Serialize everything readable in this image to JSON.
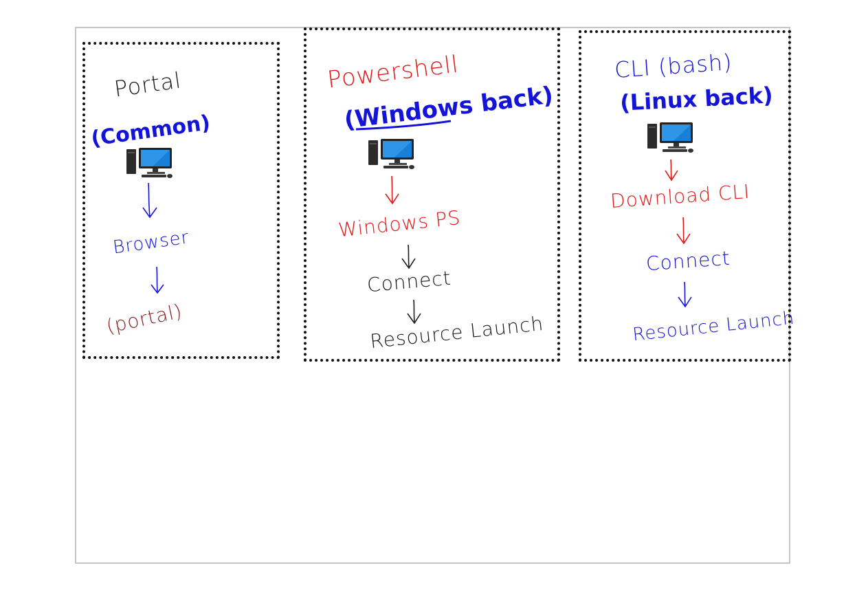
{
  "colors": {
    "ink_black": "#1a1a1a",
    "ink_blue": "#1414d8",
    "ink_red": "#e31414",
    "ink_darkred": "#8b1a1a",
    "frame_gray": "#c6c6c6"
  },
  "panels": [
    {
      "title": "Portal",
      "subtitle": "(Common)",
      "icon": "desktop-computer-icon",
      "steps": [
        "Browser",
        "(portal)"
      ]
    },
    {
      "title": "Powershell",
      "subtitle": "(Windows back)",
      "icon": "desktop-computer-icon",
      "steps": [
        "Windows PS",
        "Connect",
        "Resource Launch"
      ]
    },
    {
      "title": "CLI (bash)",
      "subtitle": "(Linux back)",
      "icon": "desktop-computer-icon",
      "steps": [
        "Download CLI",
        "Connect",
        "Resource Launch"
      ]
    }
  ]
}
